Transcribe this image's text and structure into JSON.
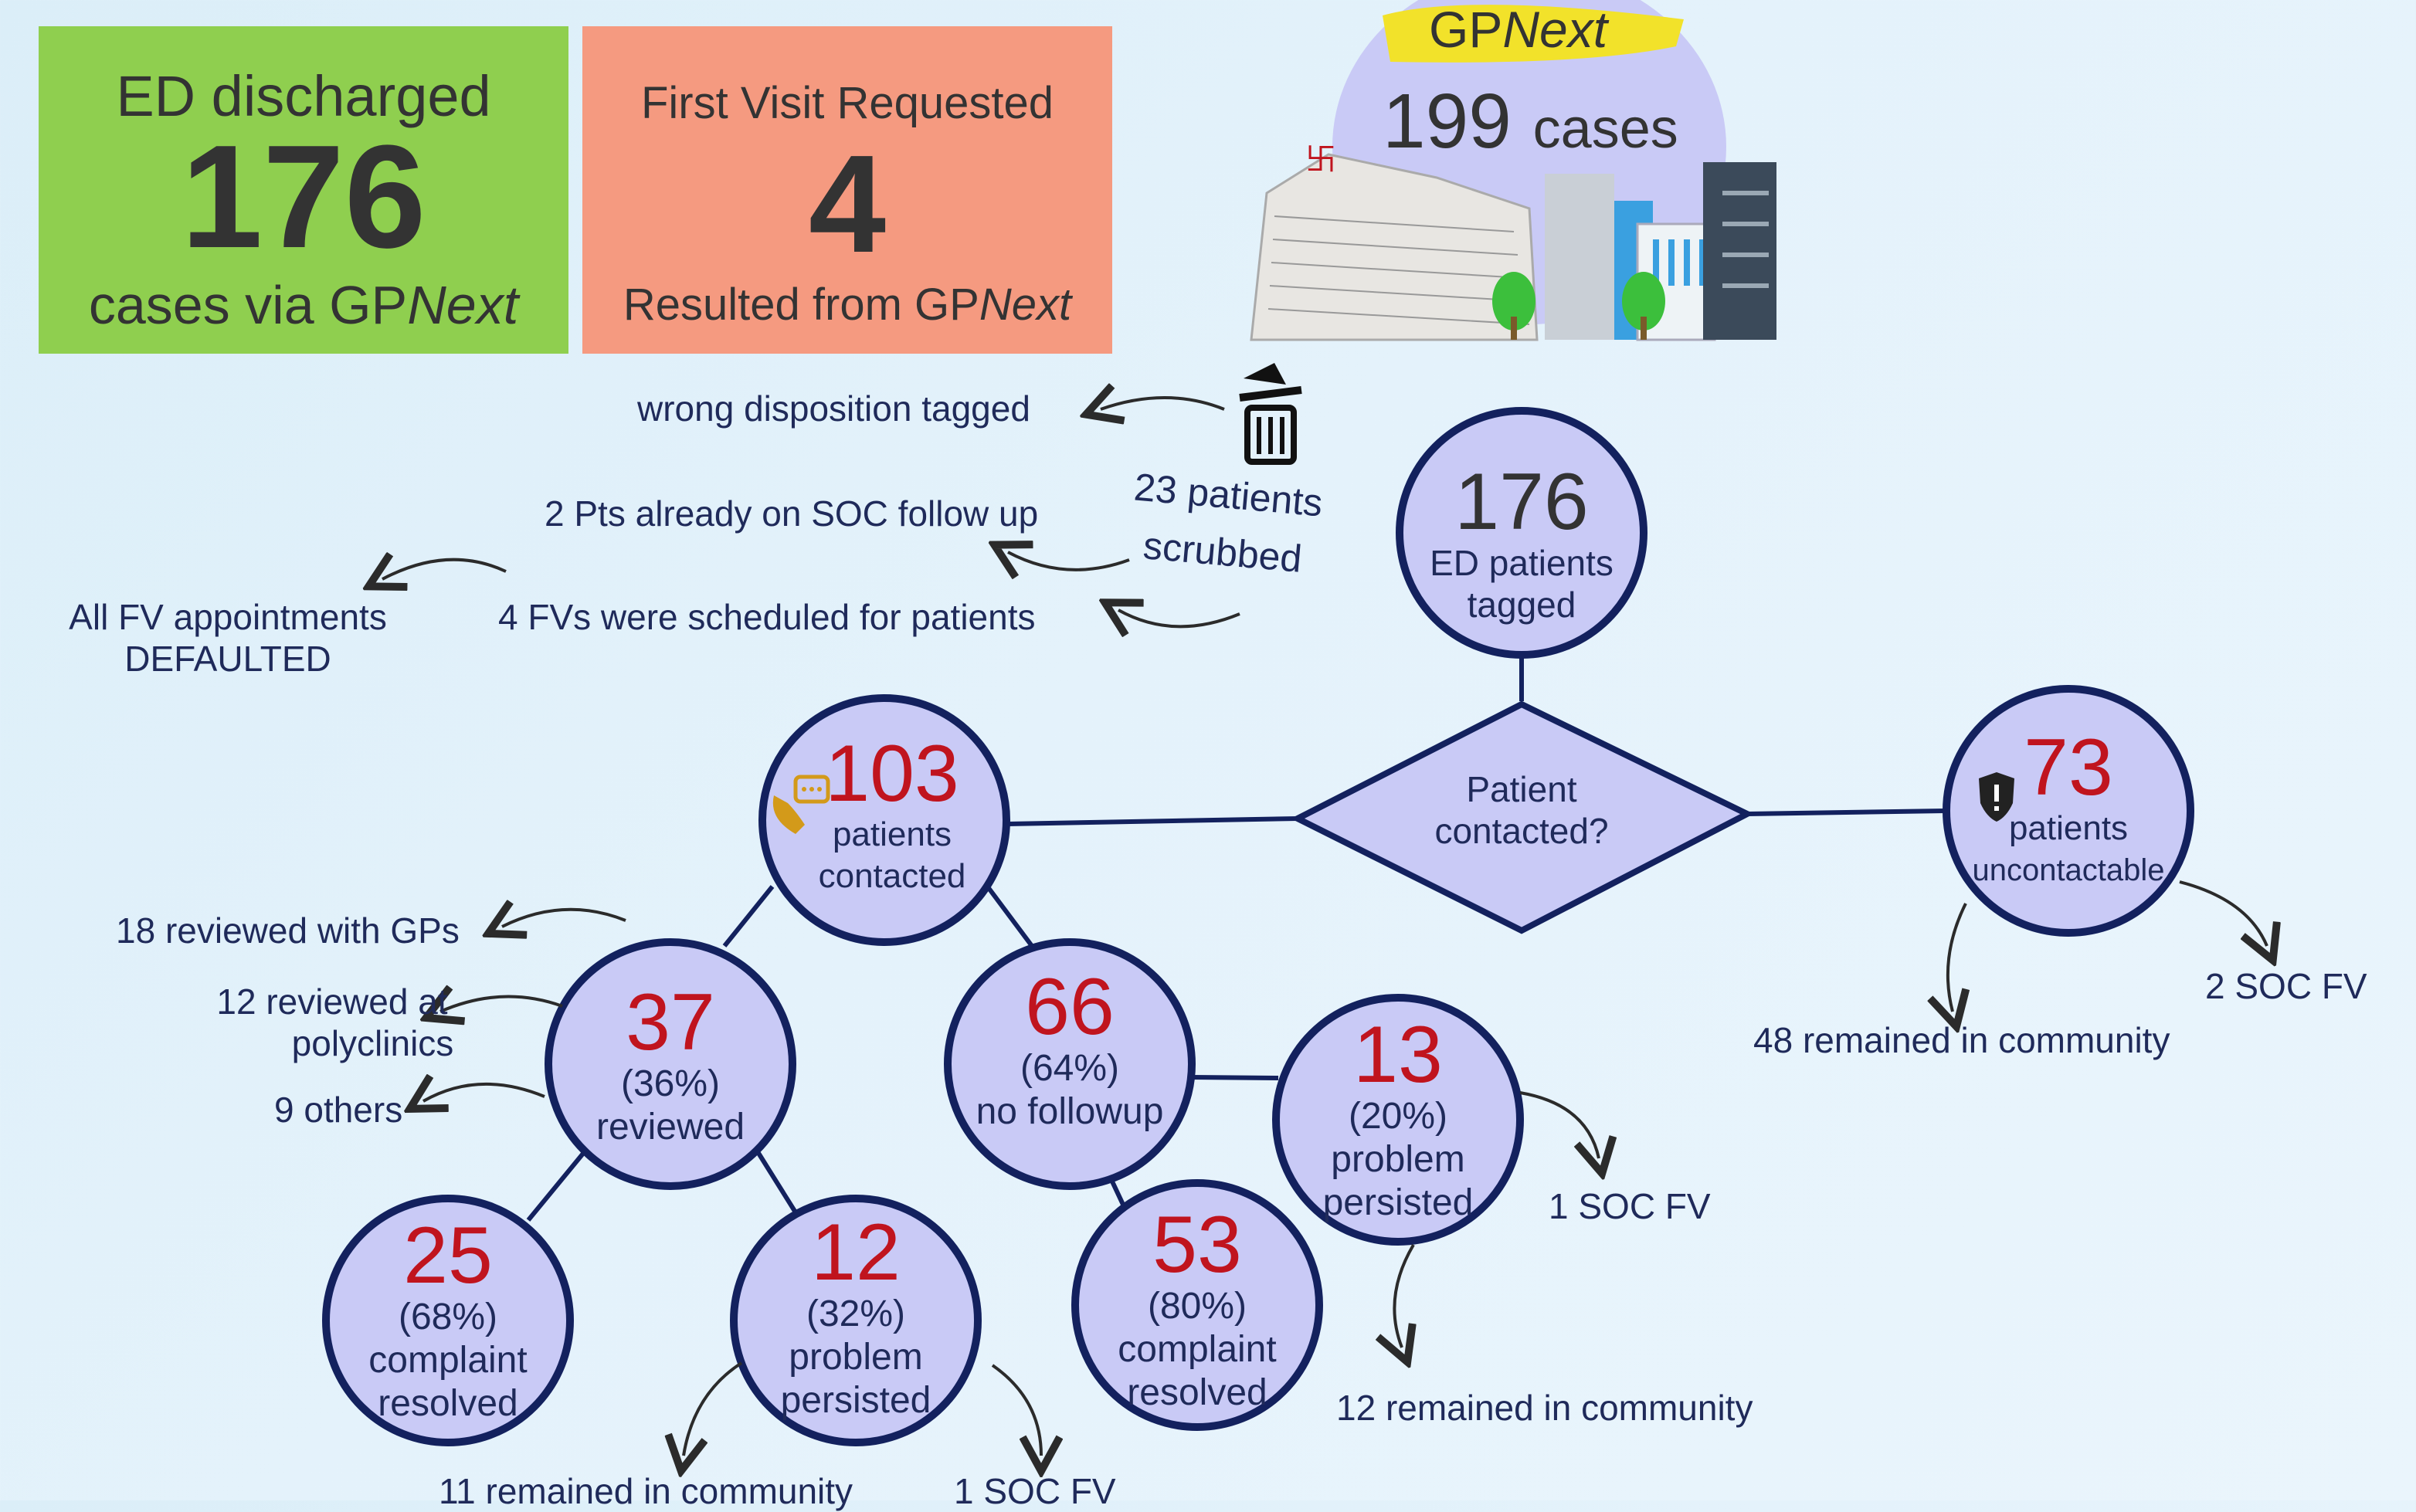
{
  "kpi": {
    "ed_discharged": {
      "top": "ED discharged",
      "value": "176",
      "bottom_prefix": "cases via GP",
      "bottom_italic": "Next",
      "color": "#8fcf4f"
    },
    "first_visit": {
      "top": "First Visit Requested",
      "value": "4",
      "bottom_prefix": "Resulted from GP",
      "bottom_italic": "Next",
      "color": "#f59a80"
    }
  },
  "gpnext": {
    "label_prefix": "GP",
    "label_italic": "Next",
    "cases_value": "199",
    "cases_unit": "cases"
  },
  "nodes": {
    "root": {
      "value": "176",
      "line1": "ED patients",
      "line2": "tagged"
    },
    "decision": {
      "line1": "Patient",
      "line2": "contacted?"
    },
    "contacted": {
      "value": "103",
      "line1": "patients",
      "line2": "contacted"
    },
    "uncontactable": {
      "value": "73",
      "line1": "patients",
      "line2": "uncontactable"
    },
    "reviewed": {
      "value": "37",
      "line1": "(36%)",
      "line2": "reviewed"
    },
    "no_followup": {
      "value": "66",
      "line1": "(64%)",
      "line2": "no followup"
    },
    "resolved_a": {
      "value": "25",
      "line1": "(68%)",
      "line2": "complaint",
      "line3": "resolved"
    },
    "persisted_a": {
      "value": "12",
      "line1": "(32%)",
      "line2": "problem",
      "line3": "persisted"
    },
    "resolved_b": {
      "value": "53",
      "line1": "(80%)",
      "line2": "complaint",
      "line3": "resolved"
    },
    "persisted_b": {
      "value": "13",
      "line1": "(20%)",
      "line2": "problem",
      "line3": "persisted"
    }
  },
  "annotations": {
    "wrong_disposition": "wrong disposition tagged",
    "scrubbed_1": "23 patients",
    "scrubbed_2": "scrubbed",
    "soc_follow_up": "2 Pts already on SOC follow up",
    "fvs_scheduled": "4 FVs were scheduled for patients",
    "all_fv_1": "All FV appointments",
    "all_fv_2": "DEFAULTED",
    "reviewed_gps": "18 reviewed with GPs",
    "reviewed_poly_1": "12  reviewed at",
    "reviewed_poly_2": "polyclinics",
    "others": "9 others",
    "soc_fv_2": "2 SOC FV",
    "remained_48": "48 remained in community",
    "soc_fv_1_right": "1 SOC FV",
    "remained_12": "12 remained in community",
    "remained_11": "11 remained in community",
    "soc_fv_1_bottom": "1 SOC FV"
  },
  "colors": {
    "circle_fill": "#c9caf6",
    "circle_stroke": "#13215e",
    "red_number": "#c0141e",
    "text_navy": "#1f2a5a"
  },
  "icons": [
    "trash-icon",
    "phone-chat-icon",
    "shield-icon",
    "hospital-illustration",
    "buildings-illustration"
  ]
}
